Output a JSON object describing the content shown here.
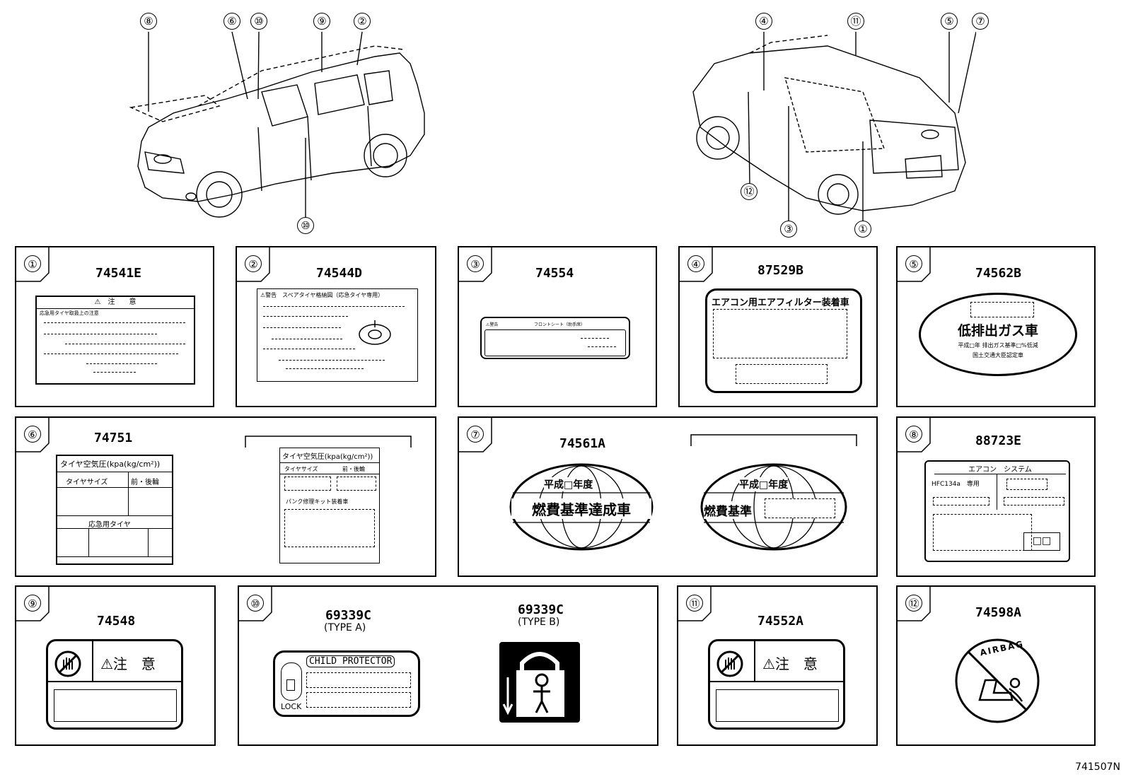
{
  "callouts": {
    "front": [
      "⑧",
      "⑥",
      "⑩",
      "⑨",
      "②",
      "⑩"
    ],
    "rear": [
      "④",
      "⑪",
      "⑤",
      "⑦",
      "⑫",
      "③",
      "①"
    ]
  },
  "panels": [
    {
      "num": "①",
      "part": "74541E"
    },
    {
      "num": "②",
      "part": "74544D"
    },
    {
      "num": "③",
      "part": "74554"
    },
    {
      "num": "④",
      "part": "87529B"
    },
    {
      "num": "⑤",
      "part": "74562B"
    },
    {
      "num": "⑥",
      "part": "74751"
    },
    {
      "num": "⑦",
      "part": "74561A"
    },
    {
      "num": "⑧",
      "part": "88723E"
    },
    {
      "num": "⑨",
      "part": "74548"
    },
    {
      "num": "⑩",
      "part": "69339C",
      "part2": "69339C",
      "sub": "(TYPE A)",
      "sub2": "(TYPE B)"
    },
    {
      "num": "⑪",
      "part": "74552A"
    },
    {
      "num": "⑫",
      "part": "74598A"
    }
  ],
  "labels": {
    "l1_title": "⚠　注　　意",
    "l1_sub": "応急用タイヤ取扱上の注意",
    "l2_title": "⚠警告　スペアタイヤ格納図（応急タイヤ専用）",
    "l3_title": "⚠警告",
    "l3_sub": "フロントシート（助手席）",
    "l4_title": "エアコン用エアフィルター装着車",
    "l5_title": "低排出ガス車",
    "l5_line1": "平成□年 排出ガス基準□%低減",
    "l5_line2": "国土交通大臣認定車",
    "l6_title": "タイヤ空気圧(kpa(kg/cm²))",
    "l6_col1": "タイヤサイズ",
    "l6_col2": "前・後輪",
    "l6_row": "応急用タイヤ",
    "l6b_title": "タイヤ空気圧(kpa(kg/cm²))",
    "l6b_col1": "タイヤサイズ",
    "l6b_col2": "前・後輪",
    "l6b_row": "パンク修理キット装着車",
    "l7_year": "平成□年度",
    "l7_main": "燃費基準達成車",
    "l7b_year": "平成□年度",
    "l7b_main": "燃費基準",
    "l8_title": "エアコン　システム",
    "l8_ref": "HFC134a　専用",
    "l8_box": "□□",
    "l9_caution": "⚠注　意",
    "l10_cp": "CHILD PROTECTOR",
    "l10_lock": "LOCK",
    "l11_caution": "⚠注　意",
    "l12_text": "AIRBAG"
  },
  "footer": "741507N"
}
